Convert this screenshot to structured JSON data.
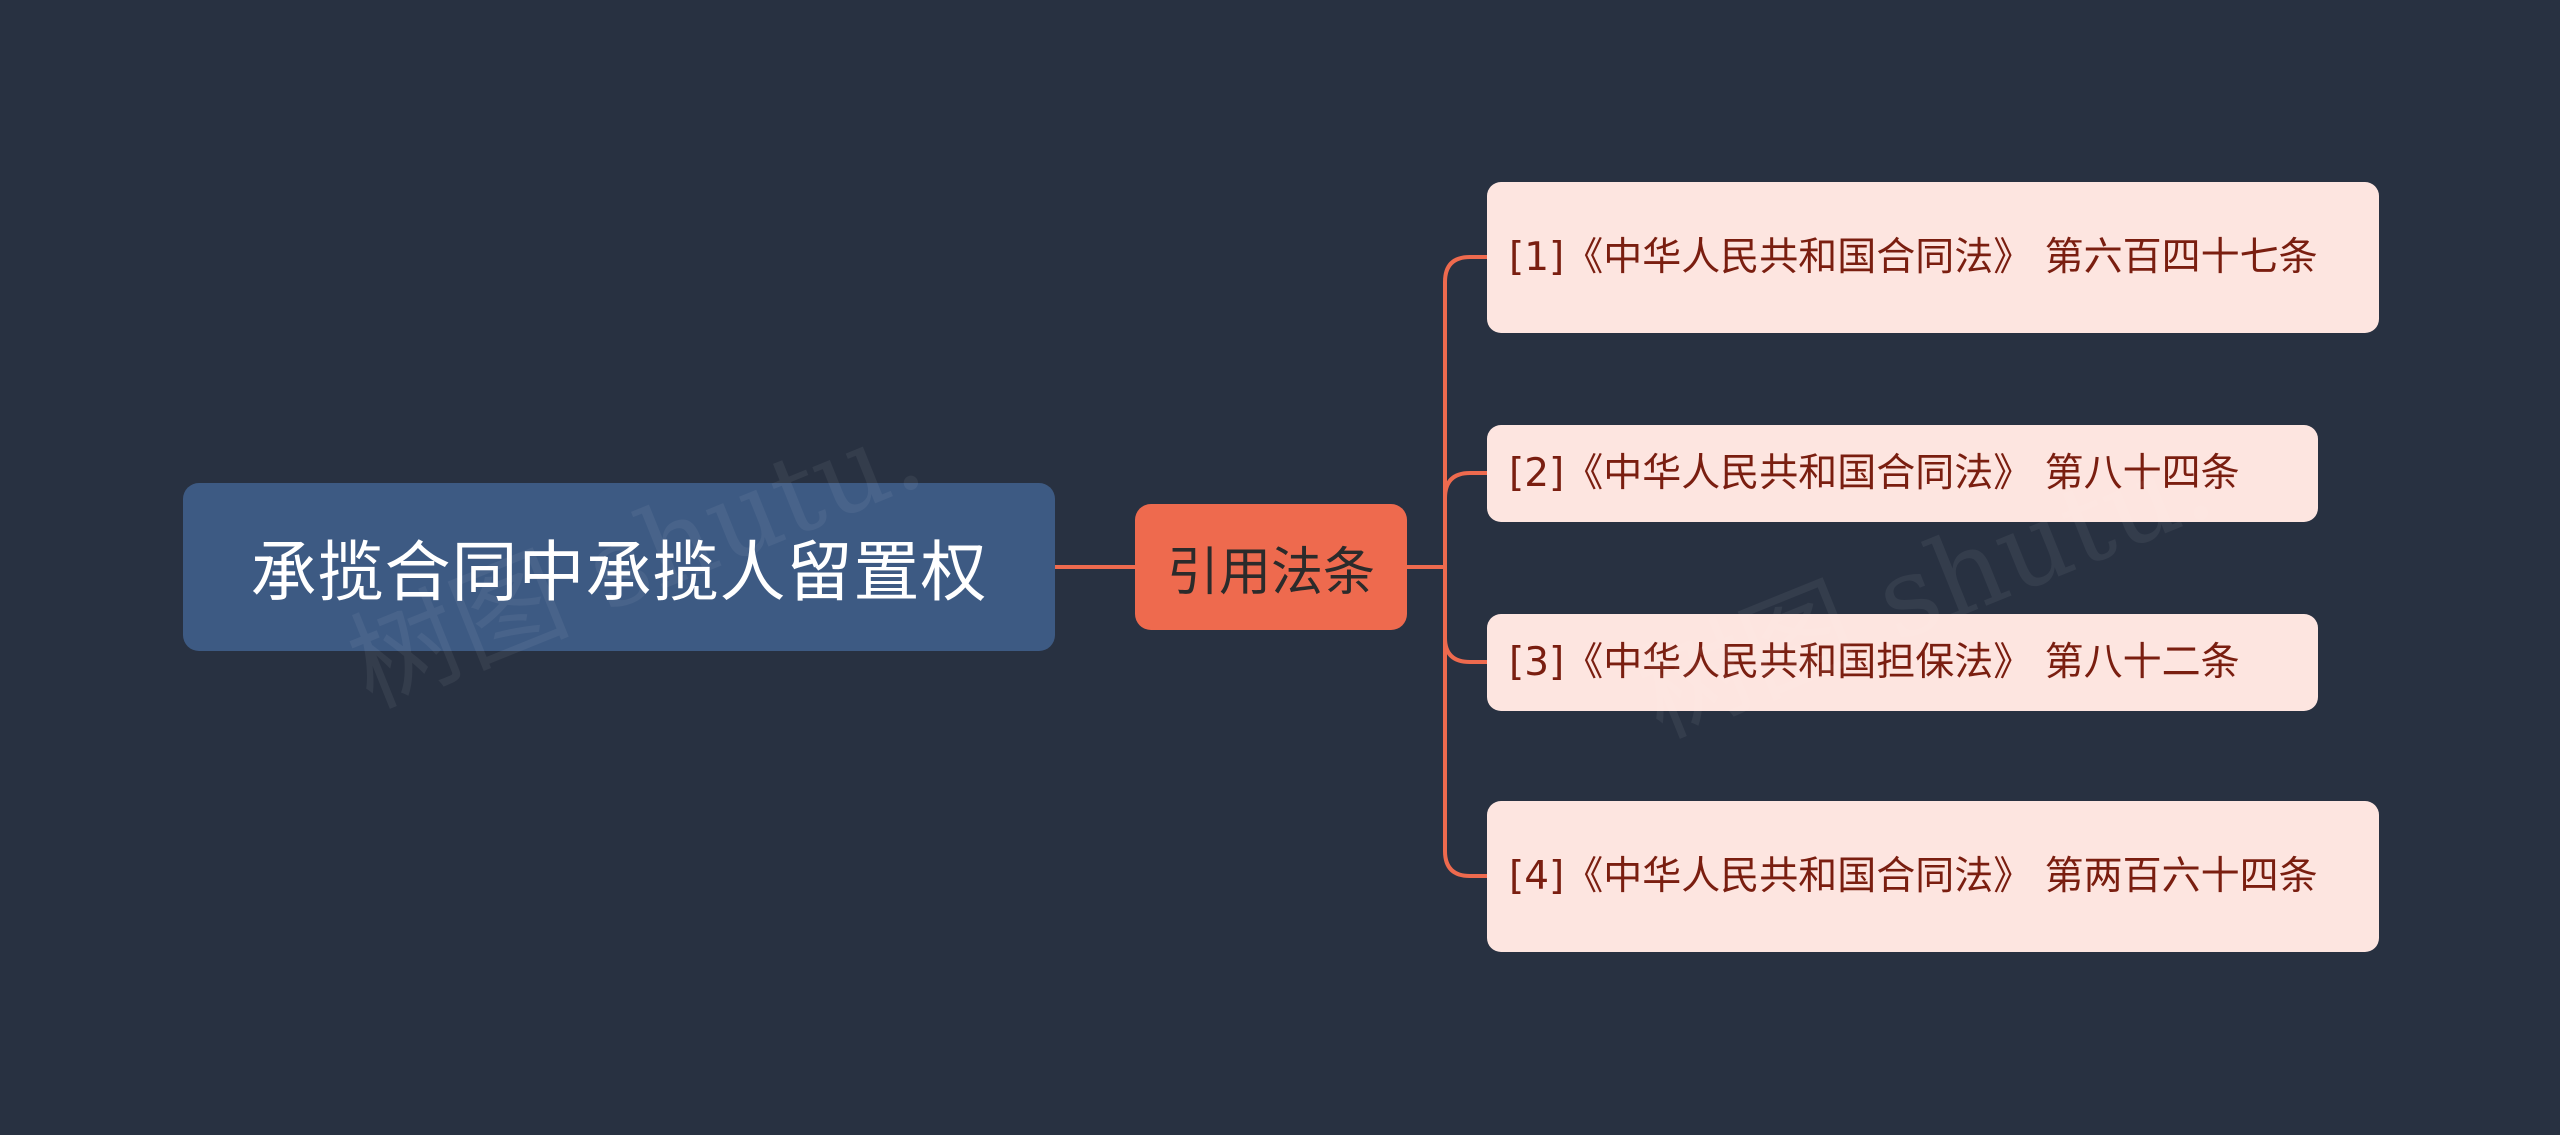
{
  "diagram": {
    "type": "mind-map",
    "root": {
      "label": "承揽合同中承揽人留置权"
    },
    "branch": {
      "label": "引用法条"
    },
    "leaves": [
      {
        "label": "[1]《中华人民共和国合同法》 第六百四十七条"
      },
      {
        "label": "[2]《中华人民共和国合同法》 第八十四条"
      },
      {
        "label": "[3]《中华人民共和国担保法》 第八十二条"
      },
      {
        "label": "[4]《中华人民共和国合同法》 第两百六十四条"
      }
    ]
  },
  "watermark": {
    "text": "树图 shutu."
  },
  "colors": {
    "background": "#283141",
    "root_fill": "#3d5a83",
    "branch_fill": "#ee6a4e",
    "leaf_fill": "#fde5e0",
    "leaf_text": "#7a1e10",
    "connector": "#ee6a4e"
  }
}
